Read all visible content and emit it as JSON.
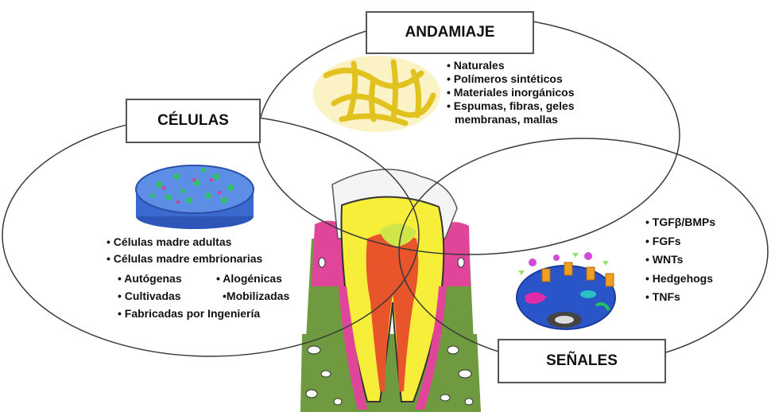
{
  "labels": {
    "andamiaje": "ANDAMIAJE",
    "celulas": "CÉLULAS",
    "senales": "SEÑALES"
  },
  "andamiaje_items": [
    "Naturales",
    "Polímeros sintéticos",
    "Materiales  inorgánicos",
    "Espumas, fibras, geles",
    "membranas, mallas"
  ],
  "celulas_items": {
    "main": [
      "Células madre adultas",
      "Células madre embrionarias"
    ],
    "pairs": [
      [
        "Autógenas",
        "Alogénicas"
      ],
      [
        "Cultivadas",
        "•Mobilizadas"
      ]
    ],
    "last": "Fabricadas por Ingeniería"
  },
  "senales_items": [
    "TGFβ/BMPs",
    "FGFs",
    "WNTs",
    "Hedgehogs",
    "TNFs"
  ],
  "colors": {
    "outline": "#3a3a3a",
    "enamel": "#f4f4f4",
    "dentin": "#f7ee3a",
    "pulp": "#e8552a",
    "gum": "#e0459a",
    "bone": "#6f9a3f",
    "scaffold": "#f0d43a",
    "dish": "#3a6ad0",
    "cell": "#2a55c8"
  }
}
